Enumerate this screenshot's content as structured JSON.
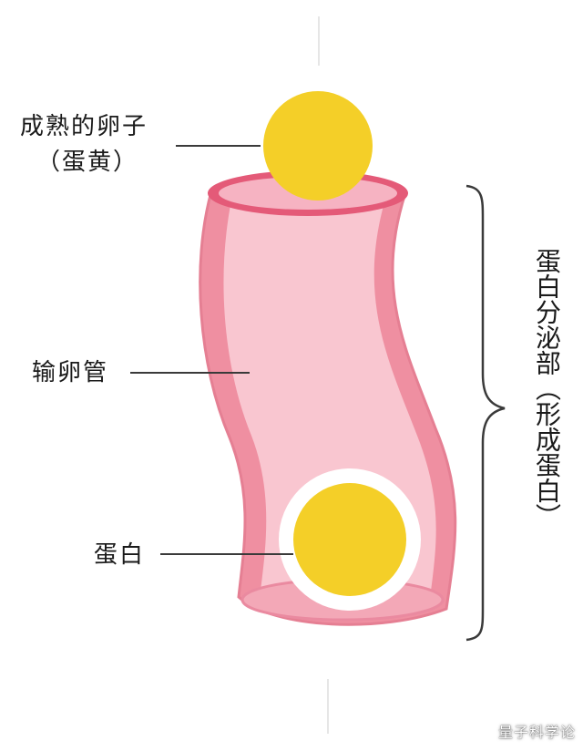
{
  "diagram": {
    "labels": {
      "mature_egg_line1": "成熟的卵子",
      "mature_egg_line2": "（蛋黄）",
      "oviduct": "输卵管",
      "albumen": "蛋白",
      "albumen_secretion": "蛋白分泌部（形成蛋白）"
    },
    "watermark": "量子科学论",
    "colors": {
      "tube_outer": "#ef8fa1",
      "tube_inner": "#f9c6d0",
      "tube_rim": "#e45a78",
      "tube_mouth": "#f6b3c2",
      "yolk": "#f4cf28",
      "albumen_ring": "#ffffff",
      "line": "#3a3a3a"
    }
  }
}
